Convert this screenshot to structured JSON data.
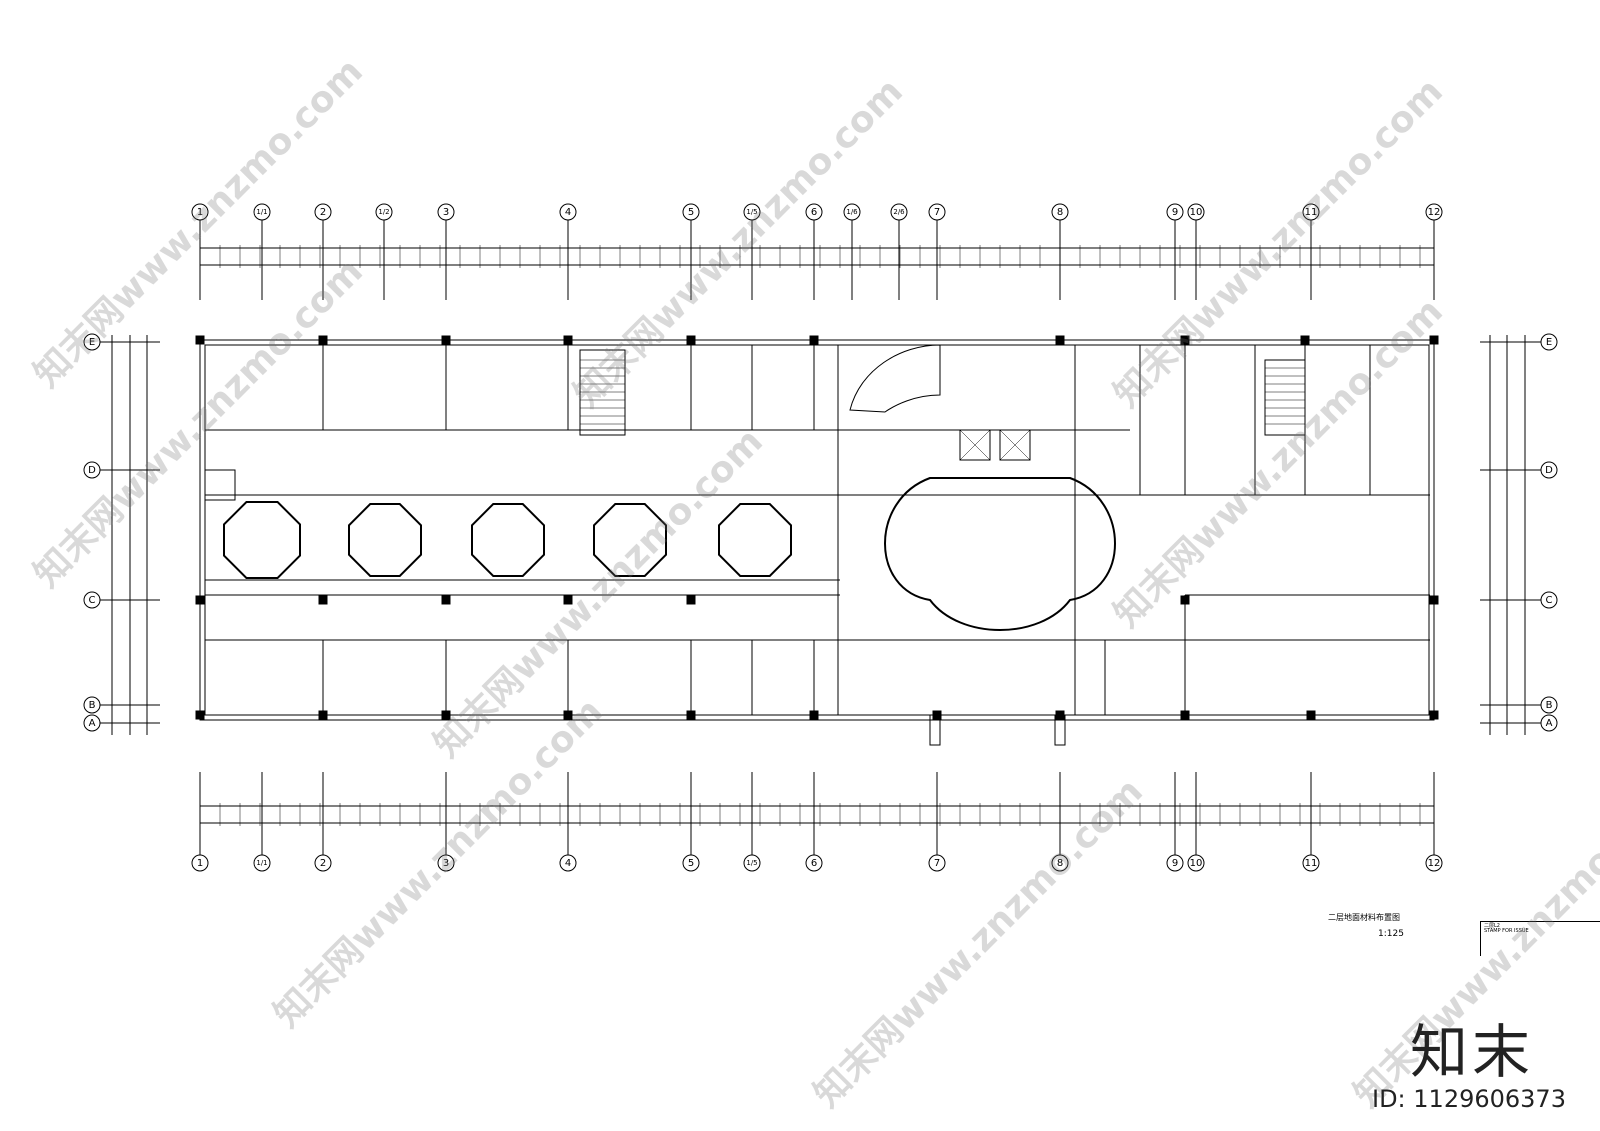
{
  "drawing": {
    "title": "二层地面材料布置图",
    "scale": "1:125",
    "stamp_line1": "二层L2",
    "stamp_line2": "STAMP FOR ISSUE"
  },
  "grid_columns": [
    "1",
    "1/1",
    "2",
    "1/2",
    "3",
    "4",
    "5",
    "1/5",
    "6",
    "1/6",
    "2/6",
    "7",
    "8",
    "9",
    "10",
    "11",
    "12"
  ],
  "grid_columns_bottom": [
    "1",
    "1/1",
    "2",
    "3",
    "4",
    "5",
    "1/5",
    "6",
    "7",
    "8",
    "9",
    "10",
    "11",
    "12"
  ],
  "grid_rows": [
    "E",
    "D",
    "C",
    "B",
    "A"
  ],
  "brand": {
    "logo_text": "知末",
    "id_text": "ID: 1129606373"
  },
  "watermark_text": "知末网www.znzmo.com"
}
